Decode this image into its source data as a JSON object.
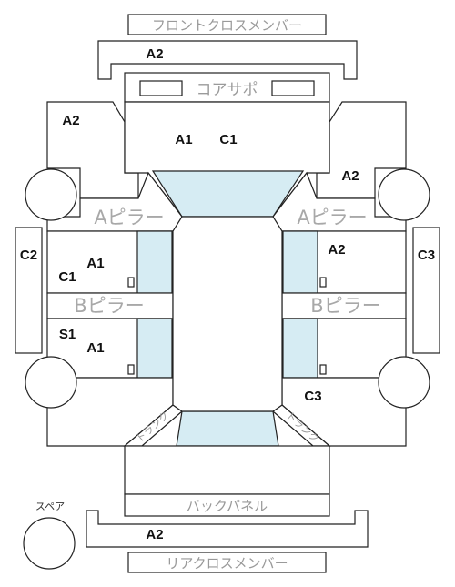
{
  "labels": {
    "front_cross_member": "フロントクロスメンバー",
    "core_support": "コアサポ",
    "a_pillar_left": "Aピラー",
    "a_pillar_right": "Aピラー",
    "b_pillar_left": "Bピラー",
    "b_pillar_right": "Bピラー",
    "trunk_left": "トランク",
    "trunk_right": "トランク",
    "back_panel": "バックパネル",
    "rear_cross_member": "リアクロスメンバー",
    "spare": "スペア"
  },
  "grades": {
    "front_cross": "A2",
    "bonnet_a": "A1",
    "bonnet_c": "C1",
    "front_left_fender": "A2",
    "front_right_fender": "A2",
    "left_roof_rail": "C2",
    "right_roof_rail": "C3",
    "left_front_door_a": "A1",
    "left_front_door_c": "C1",
    "right_front_door": "A2",
    "left_rear_door_s": "S1",
    "left_rear_door_a": "A1",
    "right_rear_quarter": "C3",
    "rear_cross": "A2"
  },
  "colors": {
    "glass": "#d6ecf3",
    "outline": "#222222",
    "label_gray": "#9a9a9a"
  }
}
